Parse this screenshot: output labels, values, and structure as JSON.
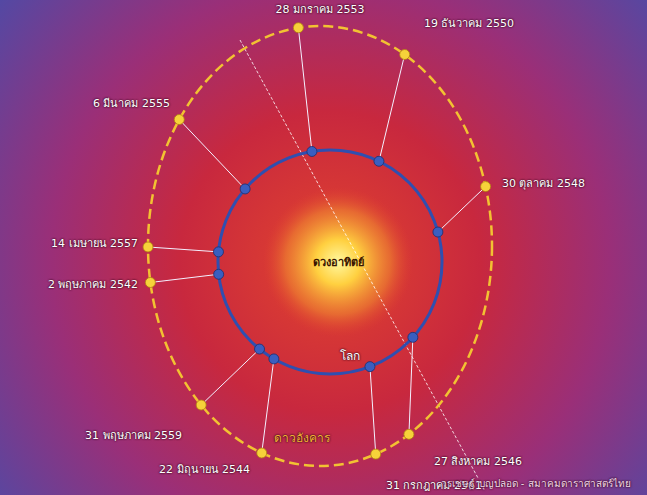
{
  "diagram": {
    "nodes": [
      {
        "text": [
          "ดวงอาทิตย์"
        ]
      }
    ],
    "labels": [
      "28 มกราคม 2553",
      "19 ธันวาคม 2550",
      "30 ตุลาคม 2548",
      "27 สิงหาคม 2546",
      "31 กรกฎาคม 2561",
      "22 มิถุนายน 2544",
      "31 พฤษภาคม 2559",
      "2 พฤษภาคม 2542",
      "14 เมษายน 2557",
      "6 มีนาคม 2555",
      "โลก",
      "ดาวอังคาร",
      "วรเชษฐ์ บุญปลอด - สมาคมดาราศาสตร์ไทย"
    ]
  }
}
